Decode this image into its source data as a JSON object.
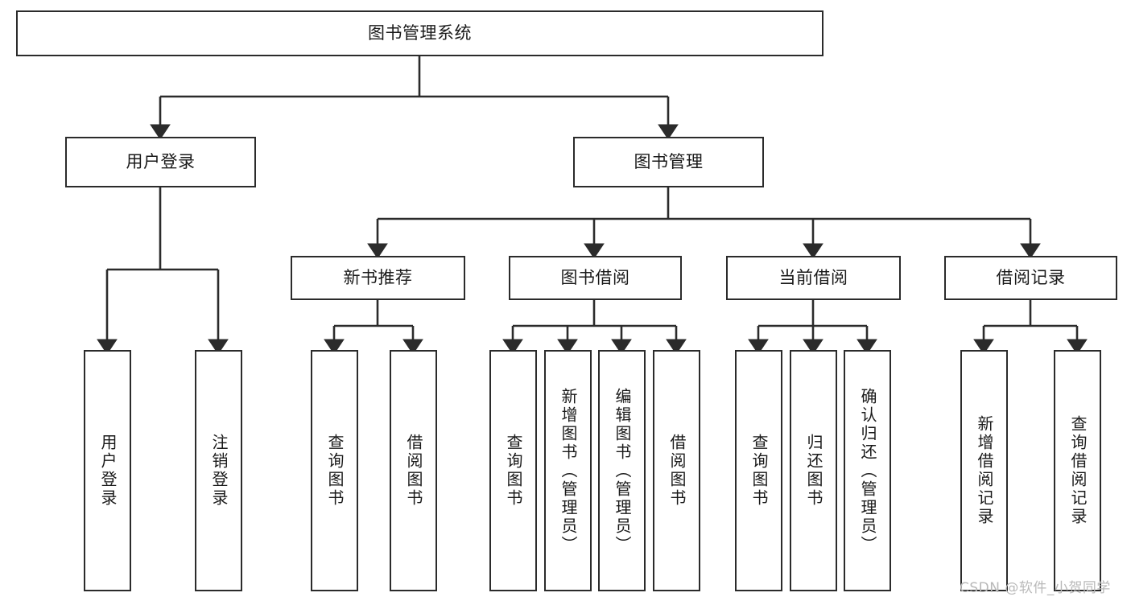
{
  "diagram": {
    "title": "图书管理系统",
    "type": "tree",
    "stroke_color": "#2b2b2b",
    "fill_color": "#ffffff",
    "text_color": "#1a1a1a",
    "watermark": "CSDN @软件_小贺同学",
    "watermark_color": "#b9b9b9"
  },
  "nodes": {
    "root": {
      "label": "图书管理系统"
    },
    "level2": [
      {
        "id": "user-login",
        "label": "用户登录"
      },
      {
        "id": "book-manage",
        "label": "图书管理"
      }
    ],
    "level3": [
      {
        "id": "new-book-recommend",
        "label": "新书推荐"
      },
      {
        "id": "book-borrow",
        "label": "图书借阅"
      },
      {
        "id": "current-borrow",
        "label": "当前借阅"
      },
      {
        "id": "borrow-record",
        "label": "借阅记录"
      }
    ],
    "leaves": [
      {
        "id": "leaf-user-login",
        "label": "用户登录",
        "parent": "user-login"
      },
      {
        "id": "leaf-logout",
        "label": "注销登录",
        "parent": "user-login"
      },
      {
        "id": "leaf-query-book-1",
        "label": "查询图书",
        "parent": "new-book-recommend"
      },
      {
        "id": "leaf-borrow-book-1",
        "label": "借阅图书",
        "parent": "new-book-recommend"
      },
      {
        "id": "leaf-query-book-2",
        "label": "查询图书",
        "parent": "book-borrow"
      },
      {
        "id": "leaf-add-book",
        "label": "新增图书（管理员）",
        "parent": "book-borrow"
      },
      {
        "id": "leaf-edit-book",
        "label": "编辑图书（管理员）",
        "parent": "book-borrow"
      },
      {
        "id": "leaf-borrow-book-2",
        "label": "借阅图书",
        "parent": "book-borrow"
      },
      {
        "id": "leaf-query-book-3",
        "label": "查询图书",
        "parent": "current-borrow"
      },
      {
        "id": "leaf-return-book",
        "label": "归还图书",
        "parent": "current-borrow"
      },
      {
        "id": "leaf-confirm-return",
        "label": "确认归还（管理员）",
        "parent": "current-borrow"
      },
      {
        "id": "leaf-add-record",
        "label": "新增借阅记录",
        "parent": "borrow-record"
      },
      {
        "id": "leaf-query-record",
        "label": "查询借阅记录",
        "parent": "borrow-record"
      }
    ]
  }
}
